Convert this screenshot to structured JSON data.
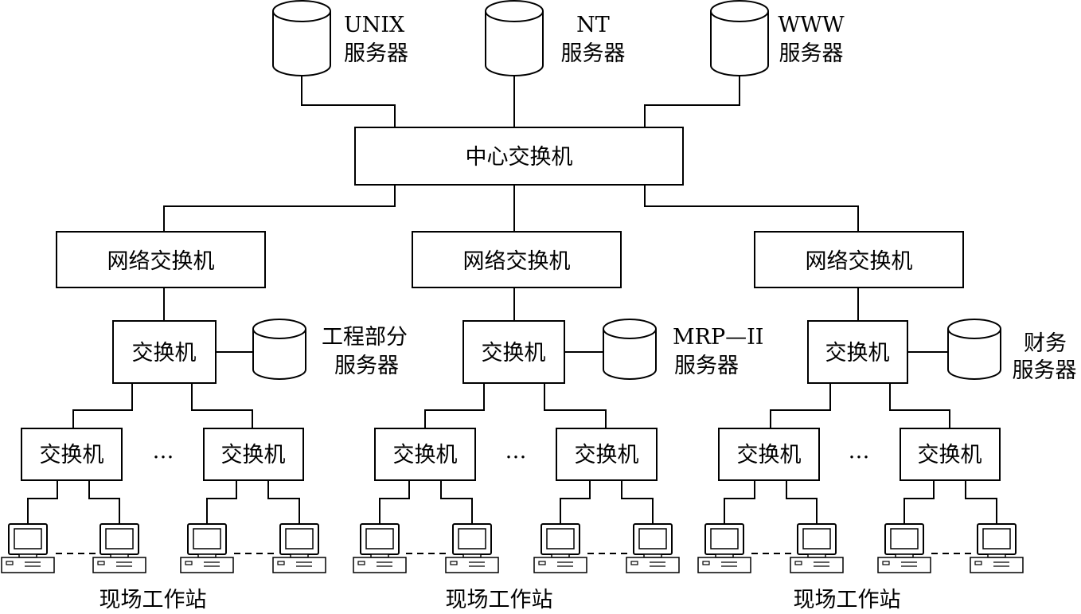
{
  "servers_top": [
    {
      "line1": "UNIX",
      "line2": "服务器"
    },
    {
      "line1": "NT",
      "line2": "服务器"
    },
    {
      "line1": "WWW",
      "line2": "服务器"
    }
  ],
  "core_switch": {
    "label": "中心交换机"
  },
  "network_switches": [
    {
      "label": "网络交换机"
    },
    {
      "label": "网络交换机"
    },
    {
      "label": "网络交换机"
    }
  ],
  "dept_switches": [
    {
      "label": "交换机"
    },
    {
      "label": "交换机"
    },
    {
      "label": "交换机"
    }
  ],
  "dept_servers": [
    {
      "line1": "工程部分",
      "line2": "服务器"
    },
    {
      "line1": "MRP—II",
      "line2": "服务器"
    },
    {
      "line1": "财务",
      "line2": "服务器"
    }
  ],
  "access_switches": [
    {
      "label": "交换机"
    },
    {
      "label": "交换机"
    },
    {
      "label": "交换机"
    },
    {
      "label": "交换机"
    },
    {
      "label": "交换机"
    },
    {
      "label": "交换机"
    }
  ],
  "ellipsis": "…",
  "workstation_groups": [
    {
      "label": "现场工作站"
    },
    {
      "label": "现场工作站"
    },
    {
      "label": "现场工作站"
    }
  ]
}
